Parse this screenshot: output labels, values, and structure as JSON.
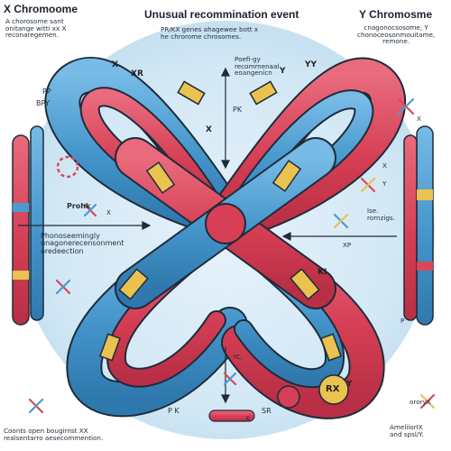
{
  "header": {
    "left_title": "X Chromoome",
    "left_note": "A chorosome sant\nonitange witti xx  X\nreconaregemen.",
    "center_title": "Unusual recommination event",
    "center_note": "PR/KX  genes  ahagewee  bott x\nhe chrorome chrosomes.",
    "right_title": "Y Chromosme",
    "right_note": "cnagonocsosome, Y\nchonoceosonmouitame,\nremone."
  },
  "labels": {
    "recomb": "Poefi-gy\nrecommenaal\neoangenicn",
    "pk": "PK",
    "pp": "PP",
    "bpy": "BPY",
    "prohk": "Prohk",
    "left_mid": "Phonoseemingly\nunagonerecensonment\noredeection",
    "right_mid": "lse.\nrornzigs.",
    "xp": "XP",
    "pp_right": "P",
    "yc": "YC,",
    "pk_bottom": "P K",
    "sr": "SR",
    "bottom_left": "Coonts open bougirnst XX\nrealsentarro aesecommention.",
    "bottom_right": "AmeliiorIX\nand spsl/Y.",
    "rx": "RX",
    "y_tag": "Y",
    "y_small": "Y",
    "x_small": "X",
    "x_small2": "X",
    "x_bot": "X",
    "xxx_right": "ororyX",
    "prohk_x": "X"
  },
  "diagram": {
    "colors": {
      "red": "#d9475b",
      "blue": "#4a9bd1",
      "yellow": "#e9c24f",
      "outline": "#1f2b3b",
      "background_halo": "#d7eaf6"
    },
    "band_marks": [
      "X",
      "XR",
      "Y",
      "YY",
      "X",
      "KI",
      "RX"
    ]
  }
}
